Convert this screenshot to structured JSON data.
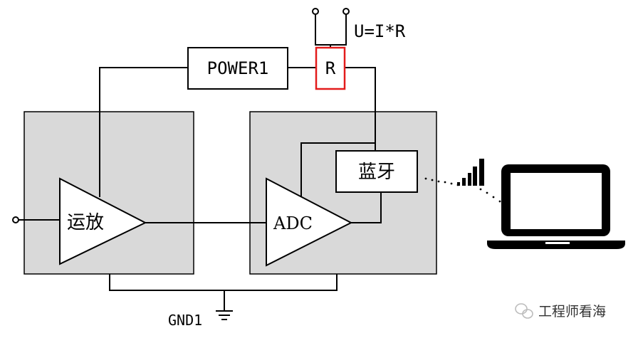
{
  "labels": {
    "power": "POWER1",
    "resistor": "R",
    "formula": "U=I*R",
    "amplifier": "运放",
    "adc": "ADC",
    "bluetooth": "蓝牙",
    "ground": "GND1"
  },
  "watermark": {
    "text": "工程师看海",
    "icon": "wechat-icon"
  },
  "colors": {
    "block_fill": "#d9d9d9",
    "resistor_outline": "#e31b1b",
    "line": "#000000"
  }
}
